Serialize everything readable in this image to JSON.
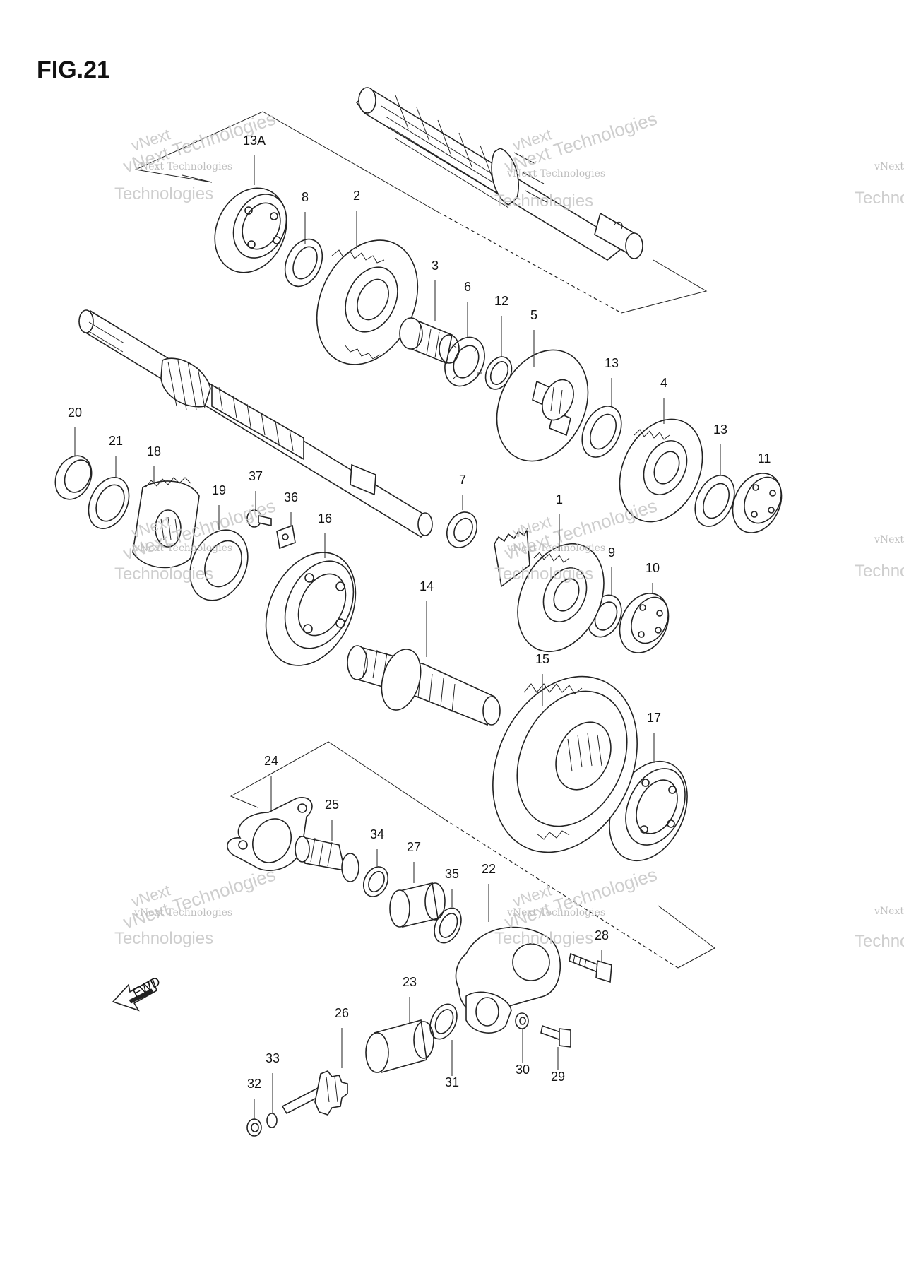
{
  "figure": {
    "title": "FIG.21"
  },
  "watermark": {
    "line1": "vNext",
    "line2": "vNext Technologies",
    "line3": "Technologies"
  },
  "direction_tag": {
    "label": "FWD"
  },
  "callouts": [
    "13A",
    "8",
    "2",
    "3",
    "6",
    "12",
    "5",
    "13",
    "4",
    "13",
    "11",
    "20",
    "21",
    "18",
    "19",
    "37",
    "36",
    "16",
    "7",
    "1",
    "9",
    "10",
    "14",
    "15",
    "17",
    "24",
    "25",
    "34",
    "27",
    "35",
    "22",
    "28",
    "23",
    "26",
    "33",
    "32",
    "31",
    "30",
    "29"
  ]
}
